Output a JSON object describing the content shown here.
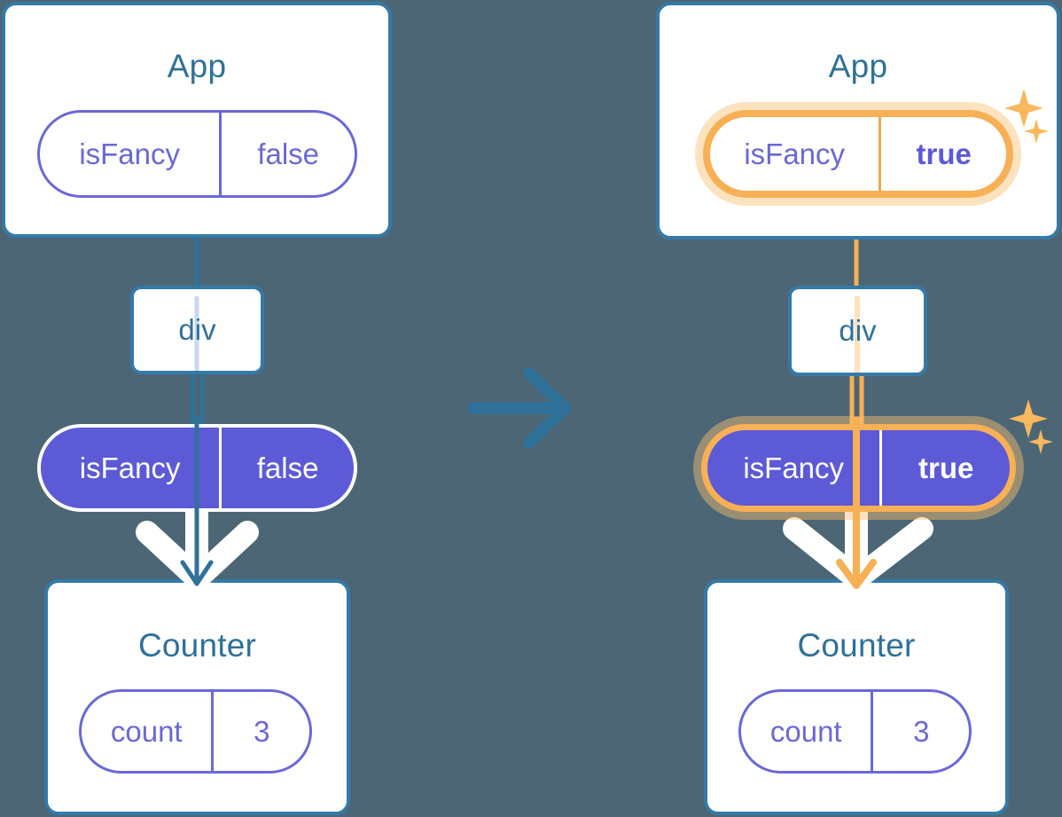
{
  "meta": {
    "background_color": "#4c6675",
    "accent_blue": "#347aa8",
    "title_blue": "#2f7199",
    "purple": "#5c5ad6",
    "purple_light": "#6a68d8",
    "highlight_orange": "#f7b055",
    "highlight_orange_soft": "#fae0b8",
    "white": "#ffffff"
  },
  "transition": {
    "icon": "arrow-right-icon",
    "color": "#2f7199"
  },
  "panels": [
    {
      "id": "before",
      "app": {
        "title": "App",
        "state_pill": {
          "name": "isFancy",
          "value": "false",
          "style": "outline",
          "highlighted": false,
          "bold_value": false
        }
      },
      "div_node": {
        "label": "div",
        "wire_color": "#c8d9ea"
      },
      "props_pill": {
        "name": "isFancy",
        "value": "false",
        "style": "solid",
        "highlighted": false,
        "bold_value": false
      },
      "counter": {
        "title": "Counter",
        "state_pill": {
          "name": "count",
          "value": "3",
          "style": "outline",
          "highlighted": false,
          "bold_value": false
        }
      },
      "flow_arrow_color": "#2f7199",
      "sparkles": false
    },
    {
      "id": "after",
      "app": {
        "title": "App",
        "state_pill": {
          "name": "isFancy",
          "value": "true",
          "style": "outline",
          "highlighted": true,
          "bold_value": true
        }
      },
      "div_node": {
        "label": "div",
        "wire_color": "#fbe3c0"
      },
      "props_pill": {
        "name": "isFancy",
        "value": "true",
        "style": "solid",
        "highlighted": true,
        "bold_value": true
      },
      "counter": {
        "title": "Counter",
        "state_pill": {
          "name": "count",
          "value": "3",
          "style": "outline",
          "highlighted": false,
          "bold_value": false
        }
      },
      "flow_arrow_color": "#f7b055",
      "sparkles": true,
      "sparkle_icons": [
        "sparkle-star-large-icon",
        "sparkle-star-small-icon"
      ]
    }
  ]
}
